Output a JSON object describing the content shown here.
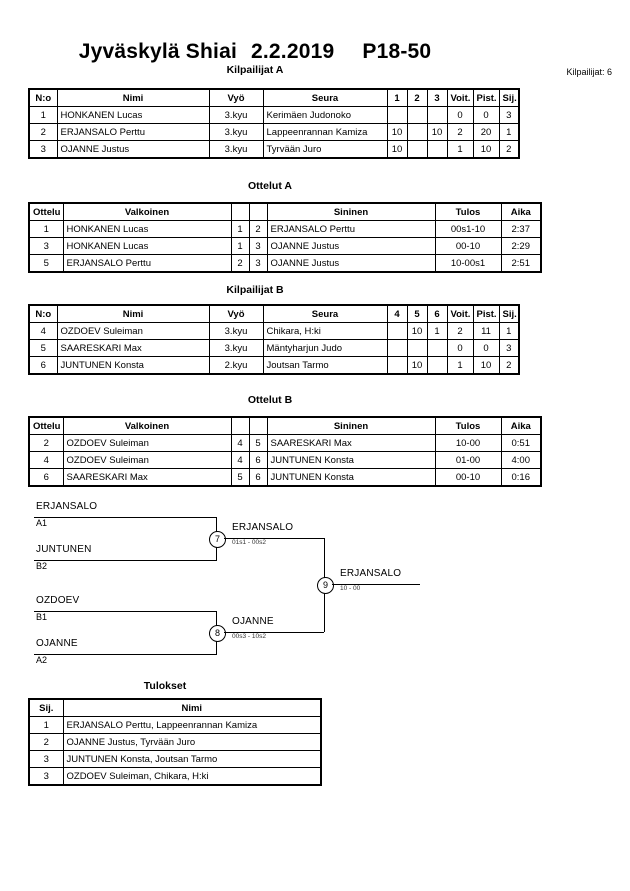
{
  "header": {
    "event": "Jyväskylä Shiai",
    "date": "2.2.2019",
    "category": "P18-50",
    "entrants_label": "Kilpailijat: 6"
  },
  "captions": {
    "pool_a": "Kilpailijat A",
    "matches_a": "Ottelut A",
    "pool_b": "Kilpailijat B",
    "matches_b": "Ottelut B",
    "results": "Tulokset"
  },
  "pool_headers_a": [
    "N:o",
    "Nimi",
    "Vyö",
    "Seura",
    "1",
    "2",
    "3",
    "Voit.",
    "Pist.",
    "Sij."
  ],
  "pool_headers_b": [
    "N:o",
    "Nimi",
    "Vyö",
    "Seura",
    "4",
    "5",
    "6",
    "Voit.",
    "Pist.",
    "Sij."
  ],
  "pool_a": [
    {
      "no": "1",
      "name": "HONKANEN Lucas",
      "belt": "3.kyu",
      "club": "Kerimäen Judonoko",
      "s1": "",
      "s2": "",
      "s3": "",
      "wins": "0",
      "points": "0",
      "rank": "3"
    },
    {
      "no": "2",
      "name": "ERJANSALO Perttu",
      "belt": "3.kyu",
      "club": "Lappeenrannan Kamiza",
      "s1": "10",
      "s2": "",
      "s3": "10",
      "wins": "2",
      "points": "20",
      "rank": "1"
    },
    {
      "no": "3",
      "name": "OJANNE Justus",
      "belt": "3.kyu",
      "club": "Tyrvään Juro",
      "s1": "10",
      "s2": "",
      "s3": "",
      "wins": "1",
      "points": "10",
      "rank": "2"
    }
  ],
  "pool_b": [
    {
      "no": "4",
      "name": "OZDOEV Suleiman",
      "belt": "3.kyu",
      "club": "Chikara, H:ki",
      "s1": "",
      "s2": "10",
      "s3": "1",
      "wins": "2",
      "points": "11",
      "rank": "1"
    },
    {
      "no": "5",
      "name": "SAARESKARI Max",
      "belt": "3.kyu",
      "club": "Mäntyharjun Judo",
      "s1": "",
      "s2": "",
      "s3": "",
      "wins": "0",
      "points": "0",
      "rank": "3"
    },
    {
      "no": "6",
      "name": "JUNTUNEN Konsta",
      "belt": "2.kyu",
      "club": "Joutsan Tarmo",
      "s1": "",
      "s2": "10",
      "s3": "",
      "wins": "1",
      "points": "10",
      "rank": "2"
    }
  ],
  "match_headers": [
    "Ottelu",
    "Valkoinen",
    "",
    "",
    "Sininen",
    "Tulos",
    "Aika"
  ],
  "matches_a": [
    {
      "no": "1",
      "white": "HONKANEN Lucas",
      "wn": "1",
      "bn": "2",
      "blue": "ERJANSALO Perttu",
      "result": "00s1-10",
      "time": "2:37"
    },
    {
      "no": "3",
      "white": "HONKANEN Lucas",
      "wn": "1",
      "bn": "3",
      "blue": "OJANNE Justus",
      "result": "00-10",
      "time": "2:29"
    },
    {
      "no": "5",
      "white": "ERJANSALO Perttu",
      "wn": "2",
      "bn": "3",
      "blue": "OJANNE Justus",
      "result": "10-00s1",
      "time": "2:51"
    }
  ],
  "matches_b": [
    {
      "no": "2",
      "white": "OZDOEV Suleiman",
      "wn": "4",
      "bn": "5",
      "blue": "SAARESKARI Max",
      "result": "10-00",
      "time": "0:51"
    },
    {
      "no": "4",
      "white": "OZDOEV Suleiman",
      "wn": "4",
      "bn": "6",
      "blue": "JUNTUNEN Konsta",
      "result": "01-00",
      "time": "4:00"
    },
    {
      "no": "6",
      "white": "SAARESKARI Max",
      "wn": "5",
      "bn": "6",
      "blue": "JUNTUNEN Konsta",
      "result": "00-10",
      "time": "0:16"
    }
  ],
  "bracket": {
    "semifinal_1": {
      "node": "7",
      "top": {
        "name": "ERJANSALO",
        "seed": "A1"
      },
      "bottom": {
        "name": "JUNTUNEN",
        "seed": "B2"
      },
      "winner": "ERJANSALO",
      "score": "01s1 - 00s2"
    },
    "semifinal_2": {
      "node": "8",
      "top": {
        "name": "OZDOEV",
        "seed": "B1"
      },
      "bottom": {
        "name": "OJANNE",
        "seed": "A2"
      },
      "winner": "OJANNE",
      "score": "00s3 - 10s2"
    },
    "final": {
      "node": "9",
      "winner": "ERJANSALO",
      "score": "10 - 00"
    }
  },
  "results_headers": [
    "Sij.",
    "Nimi"
  ],
  "results": [
    {
      "rank": "1",
      "name": "ERJANSALO Perttu, Lappeenrannan Kamiza"
    },
    {
      "rank": "2",
      "name": "OJANNE Justus, Tyrvään Juro"
    },
    {
      "rank": "3",
      "name": "JUNTUNEN Konsta, Joutsan Tarmo"
    },
    {
      "rank": "3",
      "name": "OZDOEV Suleiman, Chikara, H:ki"
    }
  ]
}
